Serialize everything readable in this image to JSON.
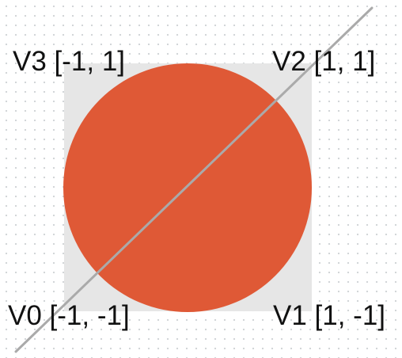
{
  "vertices": {
    "v0": "V0 [-1, -1]",
    "v1": "V1 [1, -1]",
    "v2": "V2 [1, 1]",
    "v3": "V3 [-1, 1]"
  },
  "colors": {
    "quad": "#e6e6e6",
    "circle": "#df5936",
    "diagonal": "#aaaaaa",
    "grid_dots": "#cfd3d6",
    "text": "#111111"
  }
}
